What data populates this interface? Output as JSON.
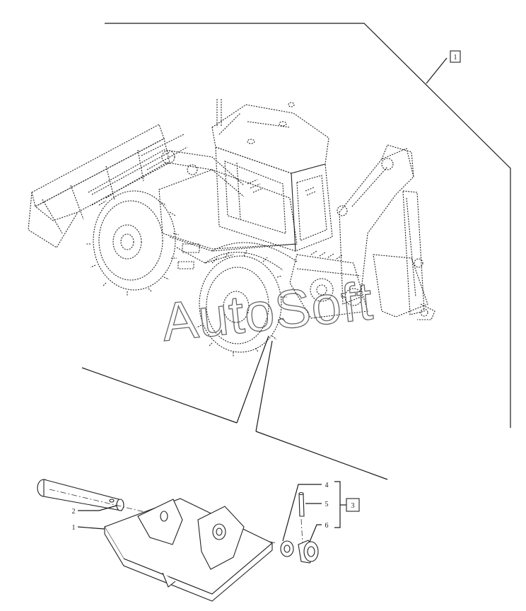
{
  "callouts": {
    "assembly_ref": "1",
    "kit_ref": "3"
  },
  "parts": [
    {
      "id": "p1",
      "label": "1"
    },
    {
      "id": "p2",
      "label": "2"
    },
    {
      "id": "p4",
      "label": "4"
    },
    {
      "id": "p5",
      "label": "5"
    },
    {
      "id": "p6",
      "label": "6"
    }
  ],
  "watermark": "AutoSoft"
}
